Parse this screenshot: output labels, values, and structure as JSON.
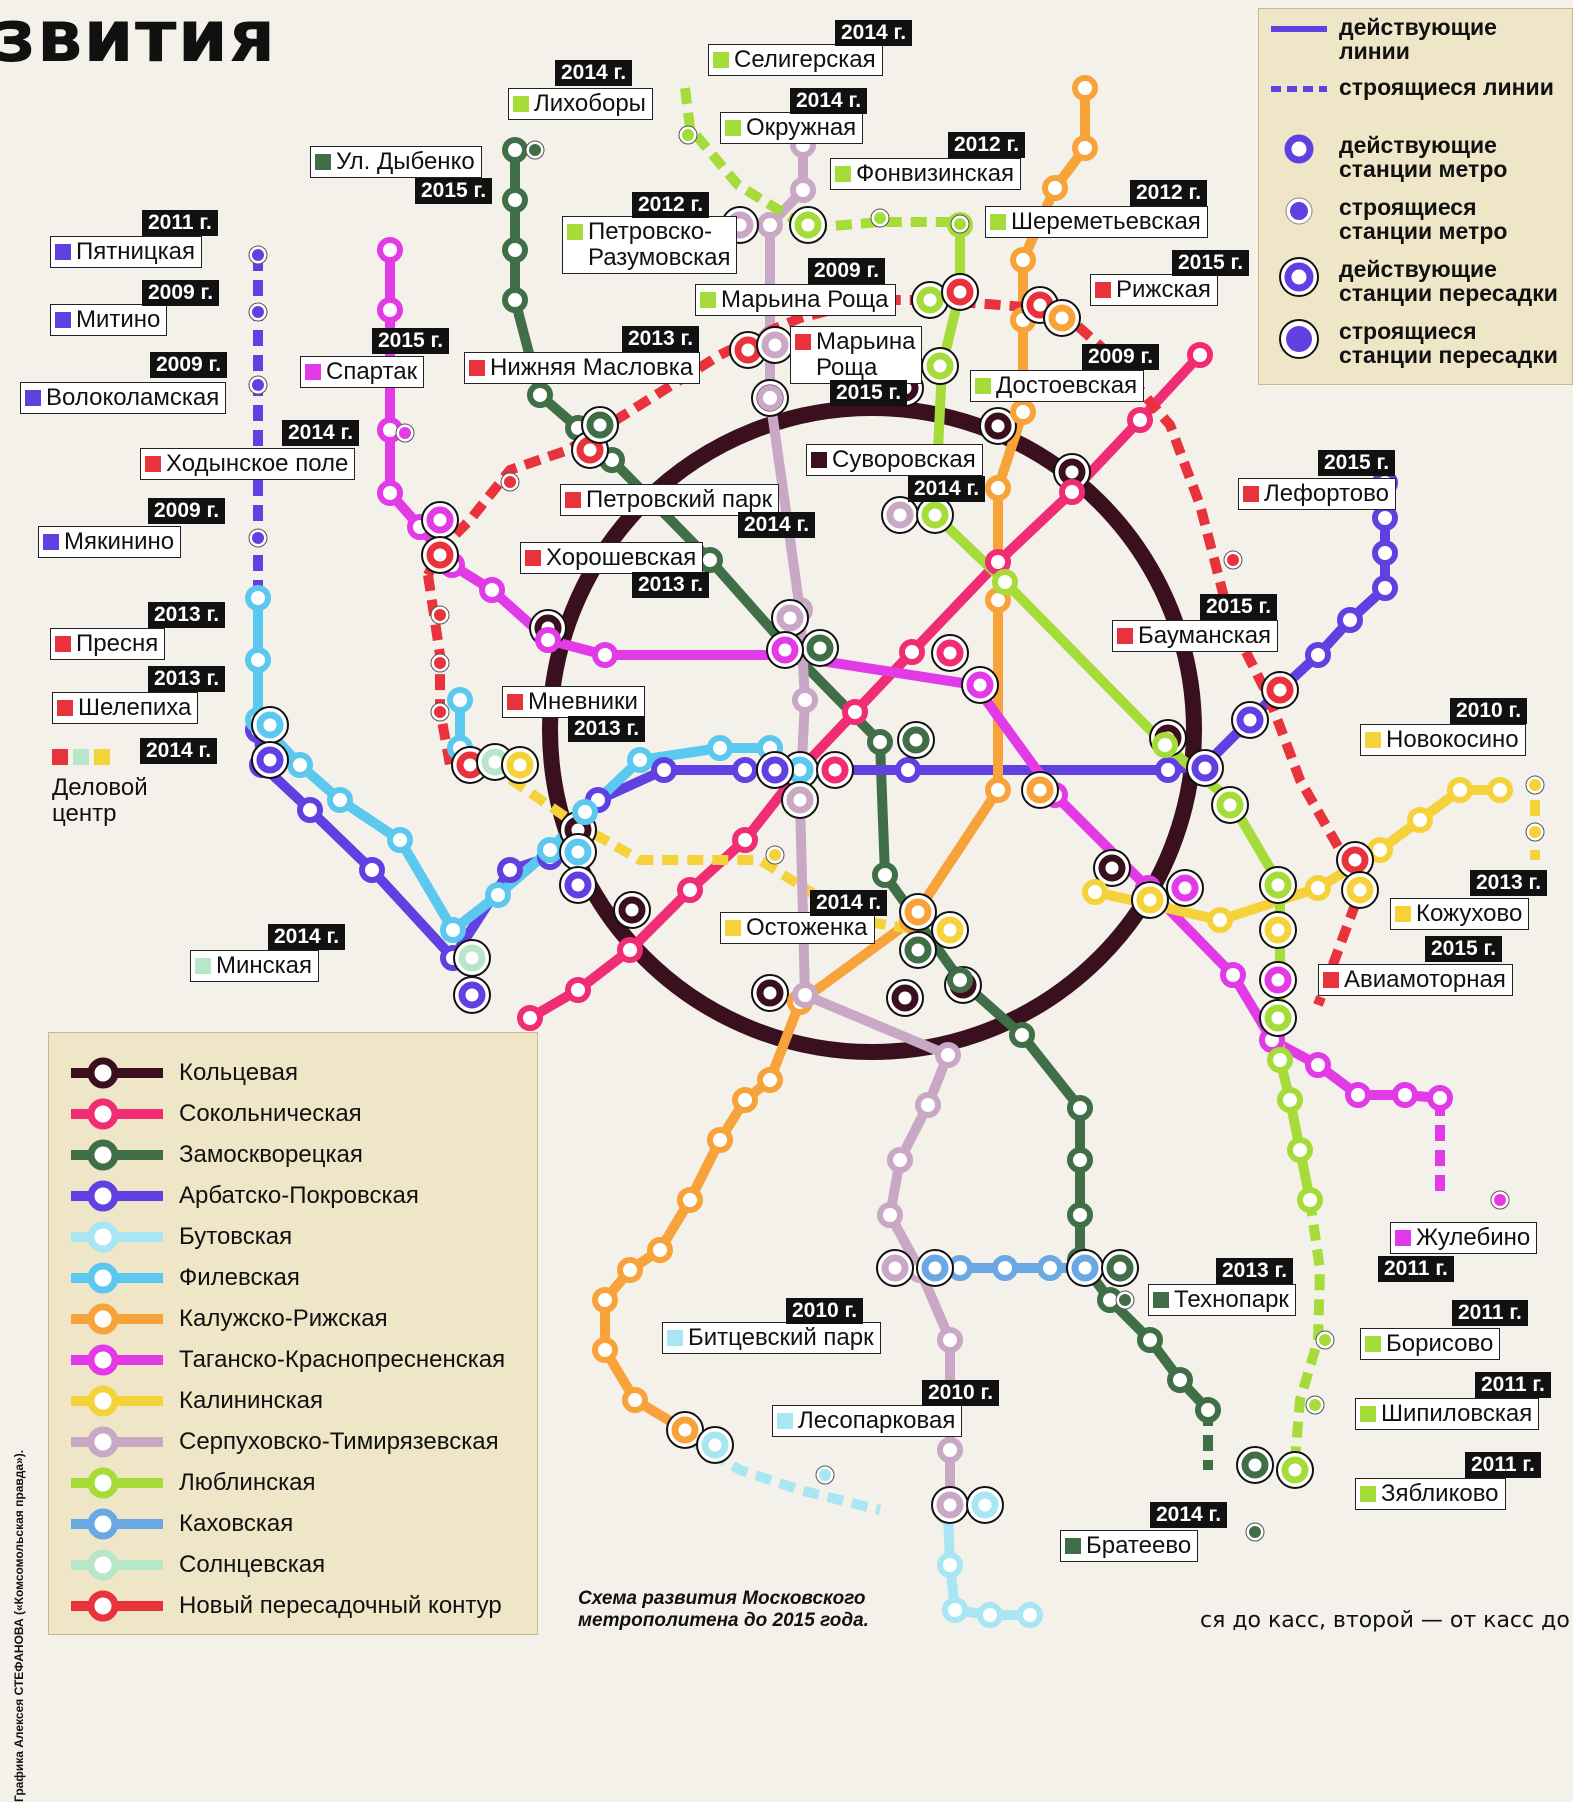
{
  "title": "звития",
  "colors": {
    "ring": "#3a0f1e",
    "sokol": "#f02c74",
    "zamos": "#3f6e47",
    "arbat": "#6040e0",
    "butov": "#a8e6f4",
    "filev": "#5bc8f0",
    "kaluzh": "#f8a23a",
    "taganka": "#e33ae8",
    "kalinin": "#f6d23a",
    "serpuh": "#c8a8c4",
    "lublin": "#a6dc3a",
    "kahov": "#6aa8e4",
    "solnc": "#b8e6c8",
    "kontur": "#e8323c"
  },
  "station_labels": {
    "seligerskaya": "Селигерская",
    "lihobory": "Лихоборы",
    "okruzhnaya": "Окружная",
    "dybenko": "Ул. Дыбенко",
    "fonvizinskaya": "Фонвизинская",
    "pyatnitskaya": "Пятницкая",
    "petrovsko": "Петровско-\nРазумовская",
    "sheremetyevskaya": "Шереметьевская",
    "rizhskaya": "Рижская",
    "mitino": "Митино",
    "maryina1": "Марьина Роща",
    "maryina2": "Марьина\nРоща",
    "volokolamskaya": "Волоколамская",
    "spartak": "Спартак",
    "nizh_maslovka": "Нижняя Масловка",
    "dostoevskaya": "Достоевская",
    "hodynskoe": "Ходынское поле",
    "suvorovskaya": "Суворовская",
    "petrovsky_park": "Петровский парк",
    "lefortovo": "Лефортово",
    "myakinino": "Мякинино",
    "horoshevskaya": "Хорошевская",
    "presnya": "Пресня",
    "baumanskaya": "Бауманская",
    "shelepiha": "Шелепиха",
    "mnevniki": "Мневники",
    "novokosino": "Новокосино",
    "delovoy": "Деловой\nцентр",
    "kozhuhovo": "Кожухово",
    "ostozhenka": "Остоженка",
    "minskaya": "Минская",
    "aviamotornaya": "Авиамоторная",
    "zhulebino": "Жулебино",
    "tehnopark": "Технопарк",
    "bitcevsky": "Битцевский парк",
    "borisovo": "Борисово",
    "lesoparkovaya": "Лесопарковая",
    "shipilovskaya": "Шипиловская",
    "zyablikovo": "Зябликово",
    "brateevo": "Братеево"
  },
  "years": {
    "seligerskaya": "2014 г.",
    "lihobory": "2014 г.",
    "okruzhnaya": "2014 г.",
    "dybenko": "2015 г.",
    "fonvizinskaya": "2012 г.",
    "pyatnitskaya": "2011 г.",
    "petrovsko": "2012 г.",
    "sheremetyevskaya": "2012 г.",
    "rizhskaya": "2015 г.",
    "mitino": "2009 г.",
    "maryina1": "2009 г.",
    "volokolamskaya": "2009 г.",
    "spartak": "2015 г.",
    "nizh_maslovka": "2013 г.",
    "dostoevskaya": "2009 г.",
    "maryina2": "2015 г.",
    "hodynskoe": "2014 г.",
    "suvorovskaya": "2014 г.",
    "petrovsky_park": "2014 г.",
    "lefortovo": "2015 г.",
    "myakinino": "2009 г.",
    "horoshevskaya": "2013 г.",
    "presnya": "2013 г.",
    "baumanskaya": "2015 г.",
    "shelepiha": "2013 г.",
    "mnevniki": "2013 г.",
    "novokosino": "2010 г.",
    "delovoy": "2014 г.",
    "kozhuhovo": "2013 г.",
    "ostozhenka": "2014 г.",
    "minskaya": "2014 г.",
    "aviamotornaya": "2015 г.",
    "zhulebino": "2011 г.",
    "tehnopark": "2013 г.",
    "bitcevsky": "2010 г.",
    "borisovo": "2011 г.",
    "lesoparkovaya": "2010 г.",
    "shipilovskaya": "2011 г.",
    "zyablikovo": "2011 г.",
    "brateevo": "2014 г."
  },
  "legend": [
    {
      "name": "Кольцевая",
      "color": "#3a0f1e"
    },
    {
      "name": "Сокольническая",
      "color": "#f02c74"
    },
    {
      "name": "Замоскворецкая",
      "color": "#3f6e47"
    },
    {
      "name": "Арбатско-Покровская",
      "color": "#6040e0"
    },
    {
      "name": "Бутовская",
      "color": "#a8e6f4"
    },
    {
      "name": "Филевская",
      "color": "#5bc8f0"
    },
    {
      "name": "Калужско-Рижская",
      "color": "#f8a23a"
    },
    {
      "name": "Таганско-Краснопресненская",
      "color": "#e33ae8"
    },
    {
      "name": "Калининская",
      "color": "#f6d23a"
    },
    {
      "name": "Серпуховско-Тимирязевская",
      "color": "#c8a8c4"
    },
    {
      "name": "Люблинская",
      "color": "#a6dc3a"
    },
    {
      "name": "Каховская",
      "color": "#6aa8e4"
    },
    {
      "name": "Солнцевская",
      "color": "#b8e6c8"
    },
    {
      "name": "Новый пересадочный контур",
      "color": "#e8323c"
    }
  ],
  "key": {
    "active_lines": "действующие линии",
    "building_lines": "строящиеся линии",
    "active_stations": "действующие станции метро",
    "building_stations": "строящиеся станции метро",
    "active_transfers": "действующие станции пересадки",
    "building_transfers": "строящиеся станции пересадки"
  },
  "caption": "Схема развития Московского метрополитена до 2015 года.",
  "credit": "Графика Алексея СТЕФАНОВА («Комсомольская правда»).",
  "footer_text": "ся до касс, второй — от касс до"
}
